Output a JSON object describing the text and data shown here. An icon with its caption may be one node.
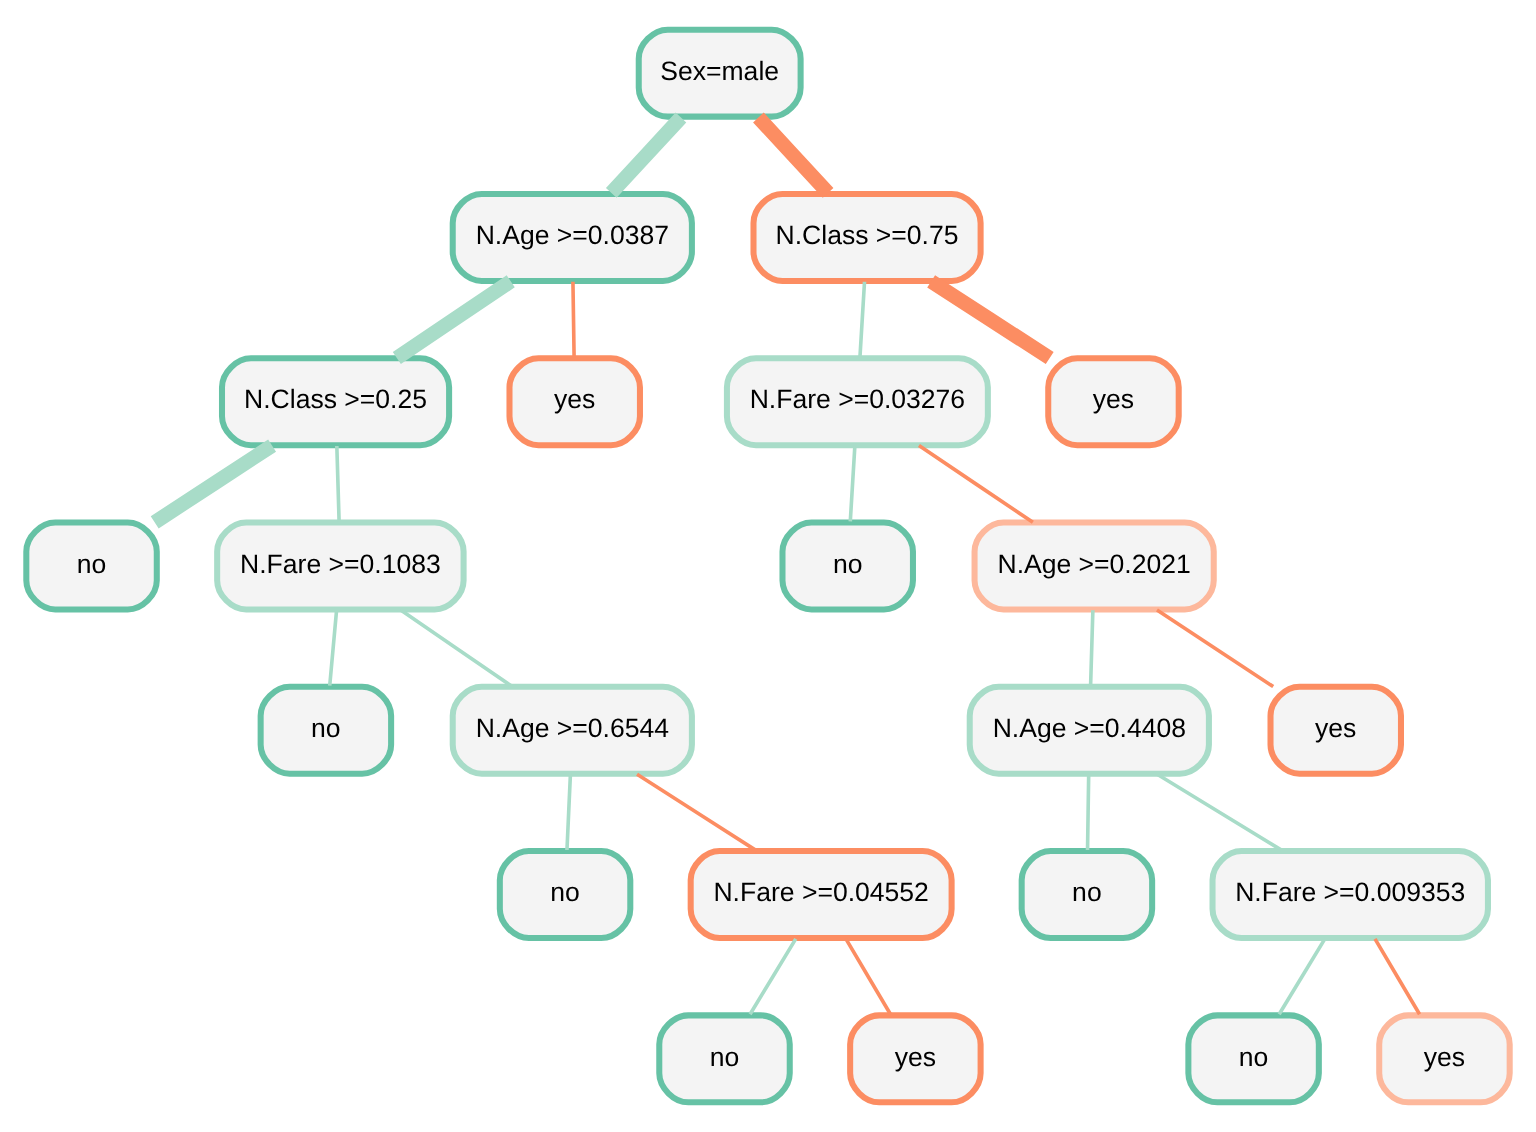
{
  "diagram": {
    "nodes": [
      {
        "text": [
          "Sex=male"
        ]
      },
      {
        "text": [
          "N.Age >=0.0387"
        ]
      },
      {
        "text": [
          "N.Class >=0.75"
        ]
      },
      {
        "text": [
          "N.Class >=0.25"
        ]
      },
      {
        "text": [
          "yes"
        ]
      },
      {
        "text": [
          "N.Fare >=0.03276"
        ]
      },
      {
        "text": [
          "yes"
        ]
      },
      {
        "text": [
          "no"
        ]
      },
      {
        "text": [
          "N.Fare >=0.1083"
        ]
      },
      {
        "text": [
          "no"
        ]
      },
      {
        "text": [
          "N.Age >=0.2021"
        ]
      },
      {
        "text": [
          "no"
        ]
      },
      {
        "text": [
          "N.Age >=0.6544"
        ]
      },
      {
        "text": [
          "N.Age >=0.4408"
        ]
      },
      {
        "text": [
          "yes"
        ]
      },
      {
        "text": [
          "no"
        ]
      },
      {
        "text": [
          "N.Fare >=0.04552"
        ]
      },
      {
        "text": [
          "no"
        ]
      },
      {
        "text": [
          "N.Fare >=0.009353"
        ]
      },
      {
        "text": [
          "no"
        ]
      },
      {
        "text": [
          "yes"
        ]
      },
      {
        "text": [
          "no"
        ]
      },
      {
        "text": [
          "yes"
        ]
      }
    ],
    "edges": [
      {
        "from": 0,
        "to": 1,
        "arrow": "none",
        "style": "thick"
      },
      {
        "from": 0,
        "to": 2,
        "arrow": "none",
        "style": "thick",
        "color": "#fc8d62"
      },
      {
        "from": 1,
        "to": 3,
        "arrow": "none",
        "style": "thick"
      },
      {
        "from": 1,
        "to": 4,
        "arrow": "none",
        "color": "#fc8d62"
      },
      {
        "from": 2,
        "to": 5,
        "arrow": "none"
      },
      {
        "from": 2,
        "to": 6,
        "arrow": "none",
        "style": "thick",
        "color": "#fc8d62"
      },
      {
        "from": 3,
        "to": 7,
        "arrow": "none",
        "style": "thick"
      },
      {
        "from": 3,
        "to": 8,
        "arrow": "none"
      },
      {
        "from": 5,
        "to": 9,
        "arrow": "none"
      },
      {
        "from": 5,
        "to": 10,
        "arrow": "none",
        "color": "#fc8d62"
      },
      {
        "from": 8,
        "to": 11,
        "arrow": "none"
      },
      {
        "from": 8,
        "to": 12,
        "arrow": "none"
      },
      {
        "from": 10,
        "to": 13,
        "arrow": "none"
      },
      {
        "from": 10,
        "to": 14,
        "arrow": "none",
        "color": "#fc8d62"
      },
      {
        "from": 12,
        "to": 15,
        "arrow": "none"
      },
      {
        "from": 12,
        "to": 16,
        "arrow": "none",
        "color": "#fc8d62"
      },
      {
        "from": 13,
        "to": 17,
        "arrow": "none"
      },
      {
        "from": 13,
        "to": 18,
        "arrow": "none"
      },
      {
        "from": 16,
        "to": 19,
        "arrow": "none"
      },
      {
        "from": 16,
        "to": 20,
        "arrow": "none",
        "color": "#fc8d62"
      },
      {
        "from": 18,
        "to": 21,
        "arrow": "none"
      },
      {
        "from": 18,
        "to": 22,
        "arrow": "none",
        "color": "#fc8d62"
      }
    ]
  }
}
